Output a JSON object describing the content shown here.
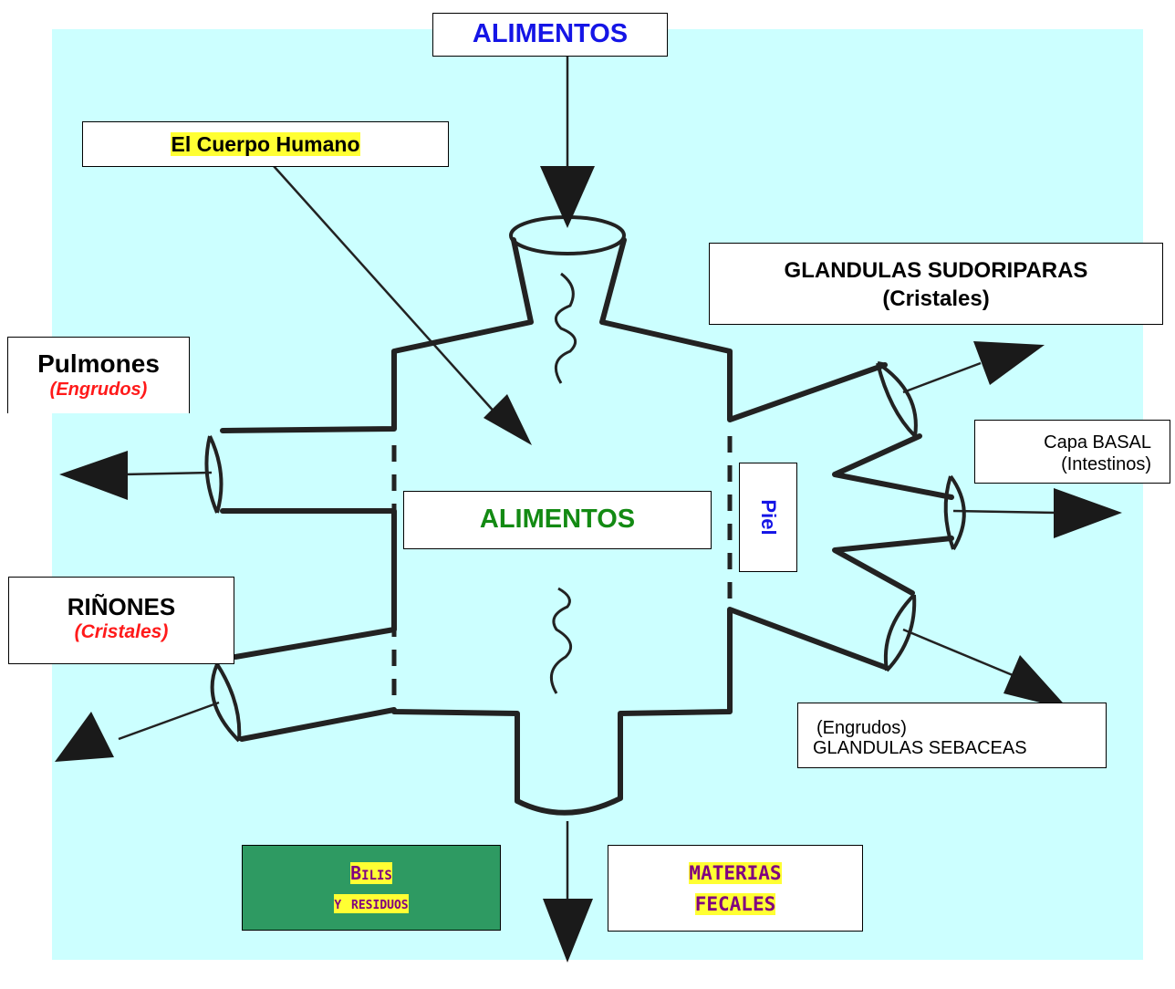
{
  "colors": {
    "canvas": "#ccffff",
    "blue_text": "#1515e6",
    "green_text": "#138a13",
    "red_text": "#ff1a1a",
    "purple_text": "#800080",
    "highlight": "#ffff33",
    "green_box": "#2e9a62"
  },
  "labels": {
    "alimentos_top": "ALIMENTOS",
    "cuerpo_humano": "El Cuerpo Humano",
    "sudoriparas_title": "GLANDULAS SUDORIPARAS",
    "sudoriparas_sub": "(Cristales)",
    "pulmones_title": "Pulmones",
    "pulmones_sub": "(Engrudos)",
    "capa_basal_title": "Capa BASAL",
    "capa_basal_sub": "(Intestinos)",
    "alimentos_center": "ALIMENTOS",
    "piel": "Piel",
    "rinones_title": "RIÑONES",
    "rinones_sub": "(Cristales)",
    "sebaceas_sub": "(Engrudos)",
    "sebaceas_title": "GLANDULAS SEBACEAS",
    "bilis_line1": "Bilis",
    "bilis_line2": "y residuos",
    "materias_line1": "MATERIAS",
    "materias_line2": "FECALES"
  }
}
